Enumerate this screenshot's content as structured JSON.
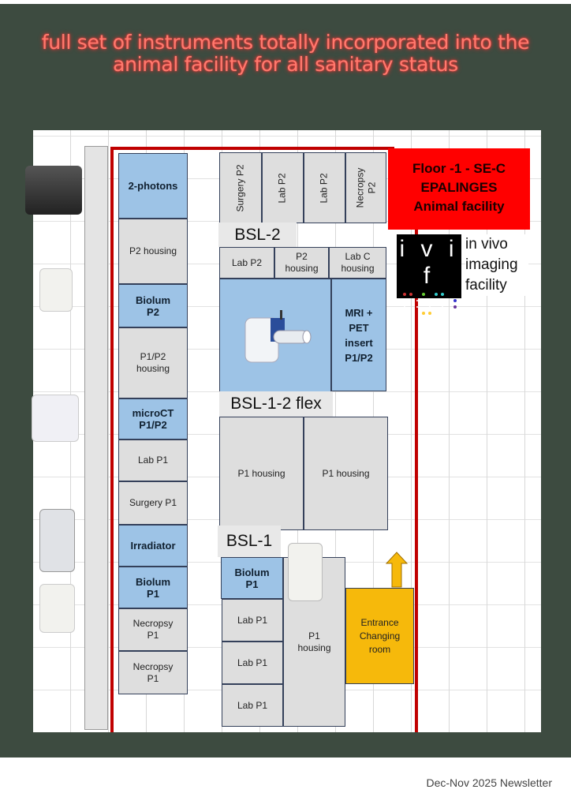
{
  "title": "full set of instruments totally incorporated into the animal facility for all sanitary status",
  "footer": "Dec-Nov 2025 Newsletter",
  "colors": {
    "background": "#3d4b40",
    "title": "#ff7a6e",
    "blue_room": "#9dc3e6",
    "gray_room": "#dedede",
    "entrance": "#f6b90b",
    "banner": "#ff0000"
  },
  "banner": {
    "line1": "Floor -1 - SE-C",
    "line2": "EPALINGES",
    "line3": "Animal facility"
  },
  "logo": {
    "mark": "ivif",
    "text": "in vivo imaging facility"
  },
  "zones": {
    "bsl2": "BSL-2",
    "bsl12": "BSL-1-2 flex",
    "bsl1": "BSL-1"
  },
  "left_rooms": [
    "2-photons",
    "P2 housing",
    "Biolum P2",
    "P1/P2 housing",
    "microCT P1/P2",
    "Lab P1",
    "Surgery P1",
    "Irradiator",
    "Biolum P1",
    "Necropsy P1",
    "Necropsy P1"
  ],
  "top_rooms": [
    "Surgery P2",
    "Lab P2",
    "Lab P2",
    "Necropsy P2"
  ],
  "bsl2_rooms": [
    "Lab P2",
    "P2 housing",
    "Lab C housing"
  ],
  "mri": "MRI + PET insert P1/P2",
  "flex_rooms": [
    "P1 housing",
    "P1 housing"
  ],
  "bsl1_rooms": {
    "biolum": "Biolum P1",
    "labs": [
      "Lab P1",
      "Lab P1",
      "Lab P1"
    ],
    "housing": "P1 housing",
    "entrance": "Entrance Changing room"
  }
}
